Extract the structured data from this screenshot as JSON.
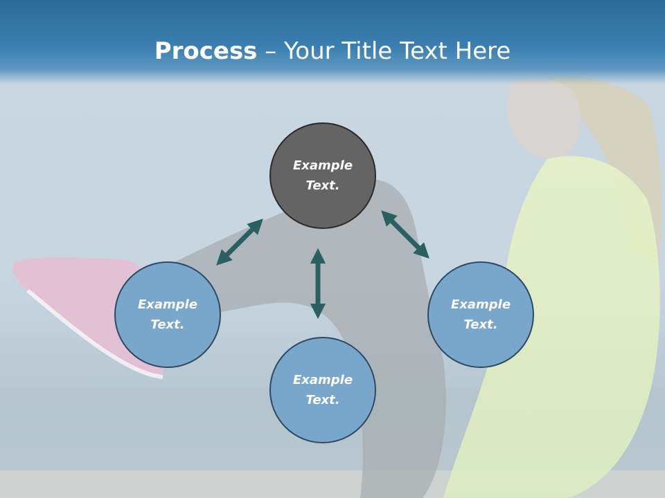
{
  "title": {
    "bold": "Process",
    "rest": " – Your Title Text Here"
  },
  "nodes": {
    "top": "Example Text.",
    "left": "Example Text.",
    "bottom": "Example Text.",
    "right": "Example Text."
  },
  "colors": {
    "header": "#3a7fb0",
    "node_dark": "#646464",
    "node_blue": "#79a7cc",
    "arrow": "#2a6062"
  },
  "icons": [
    "double-arrow-icon"
  ]
}
